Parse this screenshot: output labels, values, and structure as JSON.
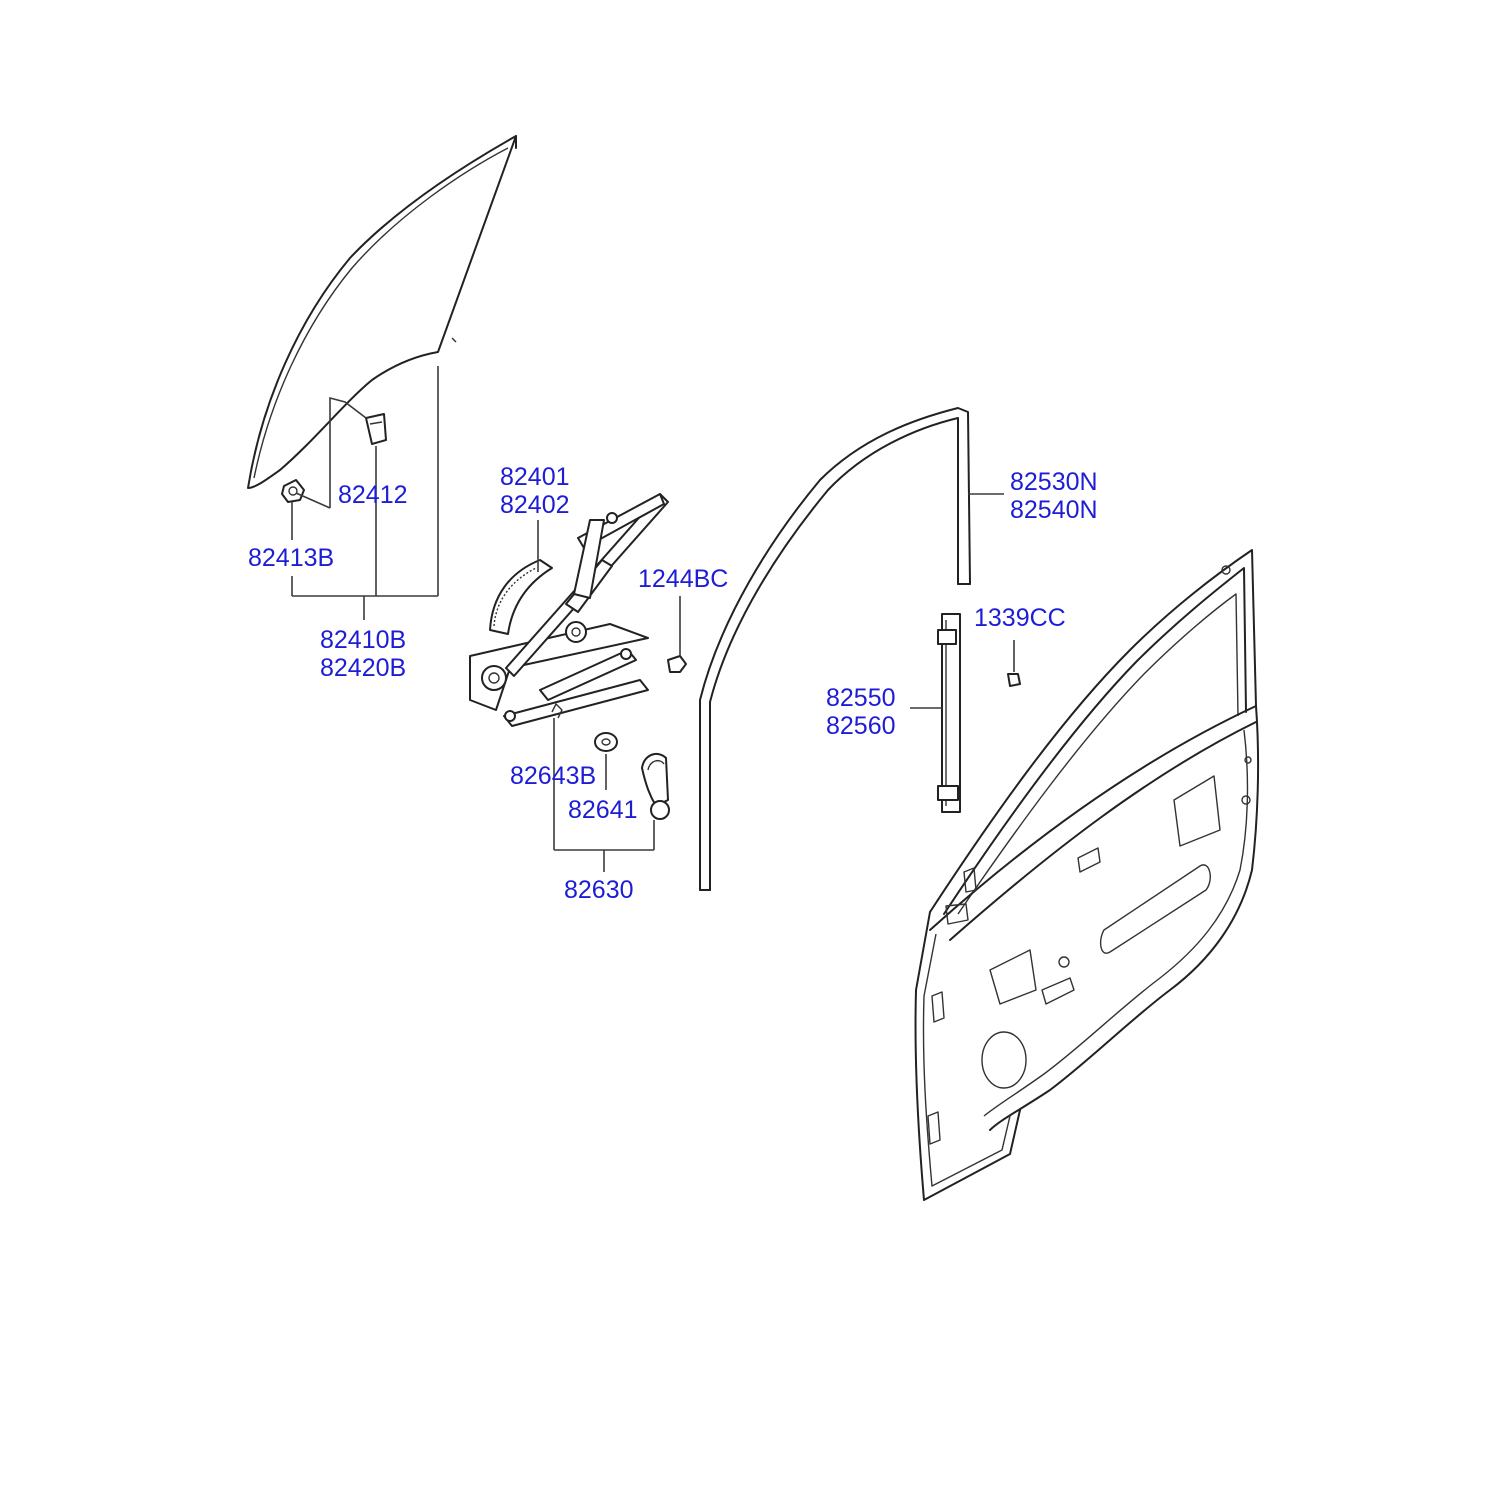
{
  "callouts": {
    "glass_clip": "82412",
    "glass_nut": "82413B",
    "glass_assy_1": "82410B",
    "glass_assy_2": "82420B",
    "regulator_1": "82401",
    "regulator_2": "82402",
    "bolt": "1244BC",
    "run_channel_1": "82530N",
    "run_channel_2": "82540N",
    "nut": "1339CC",
    "rear_channel_1": "82550",
    "rear_channel_2": "82560",
    "washer": "82643B",
    "handle_knob": "82641",
    "handle_assy": "82630"
  }
}
